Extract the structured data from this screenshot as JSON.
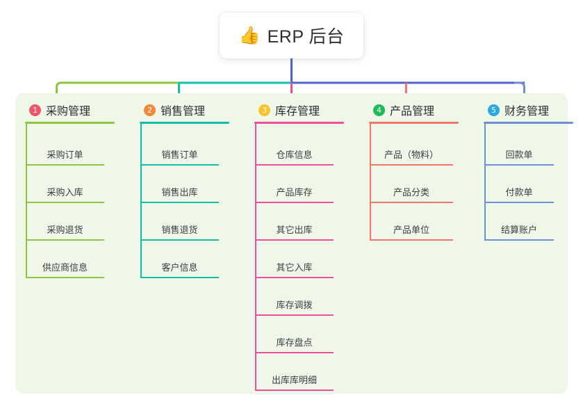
{
  "root": {
    "icon": "thumbs-up-icon",
    "icon_glyph": "👍",
    "title": "ERP 后台"
  },
  "palette": {
    "panel_bg": "#EEF7E8",
    "page_bg": "#FFFFFF",
    "root_stem": "#4F5FD0",
    "bus_green": "#8CC63E",
    "bus_teal": "#11BFA8",
    "bus_blue": "#4F5FD0"
  },
  "columns": [
    {
      "index": "1",
      "badge_color": "#F2546B",
      "line_color": "#8CC63E",
      "title": "采购管理",
      "items": [
        "采购订单",
        "采购入库",
        "采购退货",
        "供应商信息"
      ]
    },
    {
      "index": "2",
      "badge_color": "#F5873A",
      "line_color": "#11BFA8",
      "title": "销售管理",
      "items": [
        "销售订单",
        "销售出库",
        "销售退货",
        "客户信息"
      ]
    },
    {
      "index": "3",
      "badge_color": "#FAC22C",
      "line_color": "#EE4D9B",
      "title": "库存管理",
      "items": [
        "仓库信息",
        "产品库存",
        "其它出库",
        "其它入库",
        "库存调拨",
        "库存盘点",
        "出库库明细"
      ]
    },
    {
      "index": "4",
      "badge_color": "#21B85A",
      "line_color": "#F4766B",
      "title": "产品管理",
      "items": [
        "产品（物料）",
        "产品分类",
        "产品单位"
      ]
    },
    {
      "index": "5",
      "badge_color": "#29AAE3",
      "line_color": "#6E8FD6",
      "title": "财务管理",
      "items": [
        "回款单",
        "付款单",
        "结算账户"
      ]
    }
  ]
}
